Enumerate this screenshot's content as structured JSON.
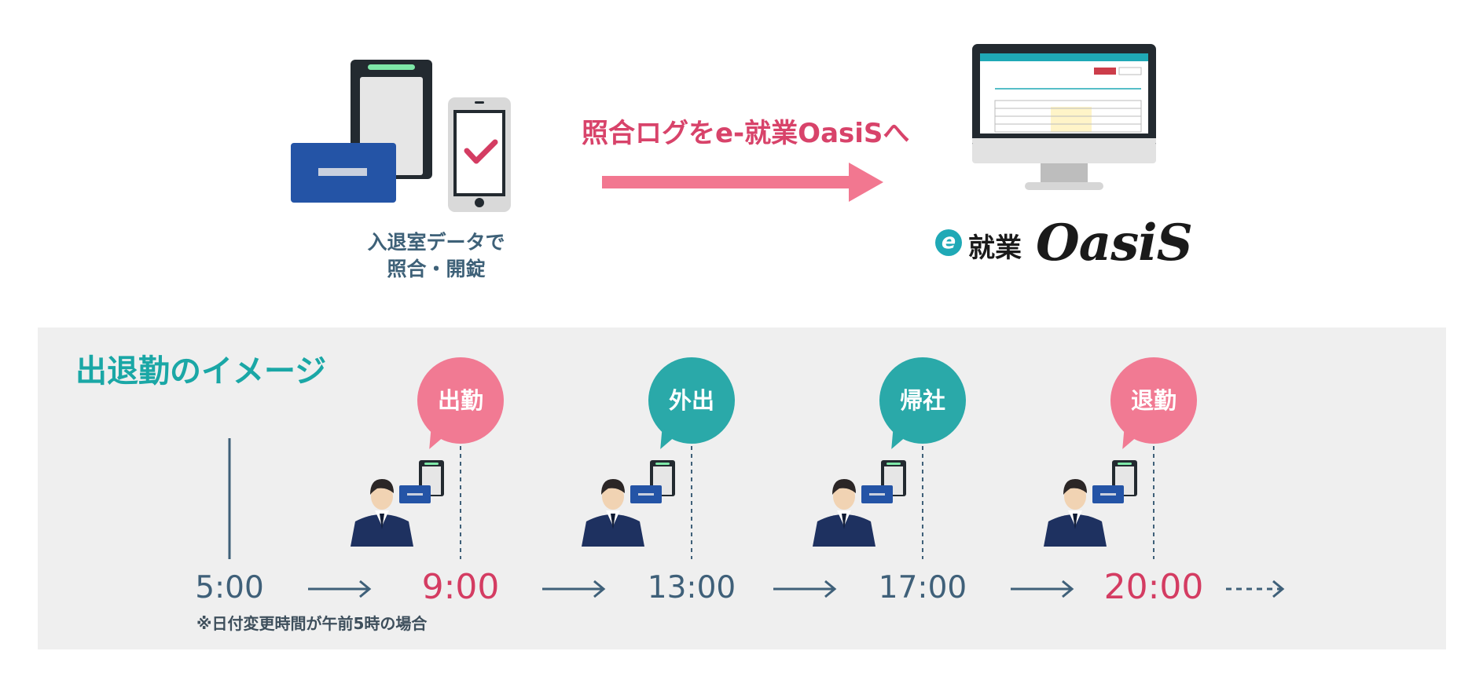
{
  "device_caption": {
    "line1": "入退室データで",
    "line2": "照合・開錠"
  },
  "transfer_label": "照合ログをe-就業OasiSへ",
  "logo": {
    "prefix": "e",
    "jp": "就業",
    "brand": "OasiS"
  },
  "timeline": {
    "title": "出退勤のイメージ",
    "start_time": "5:00",
    "note": "※日付変更時間が午前5時の場合",
    "events": [
      {
        "label": "出勤",
        "time": "9:00",
        "color": "#f17a93",
        "time_color": "#d43c62"
      },
      {
        "label": "外出",
        "time": "13:00",
        "color": "#2aa9a9",
        "time_color": "#3f6079"
      },
      {
        "label": "帰社",
        "time": "17:00",
        "color": "#2aa9a9",
        "time_color": "#3f6079"
      },
      {
        "label": "退勤",
        "time": "20:00",
        "color": "#f17a93",
        "time_color": "#d43c62"
      }
    ]
  },
  "colors": {
    "navy": "#1e3160",
    "card_blue": "#2454a6",
    "arrow_pink": "#f27790",
    "dark": "#232a30"
  }
}
